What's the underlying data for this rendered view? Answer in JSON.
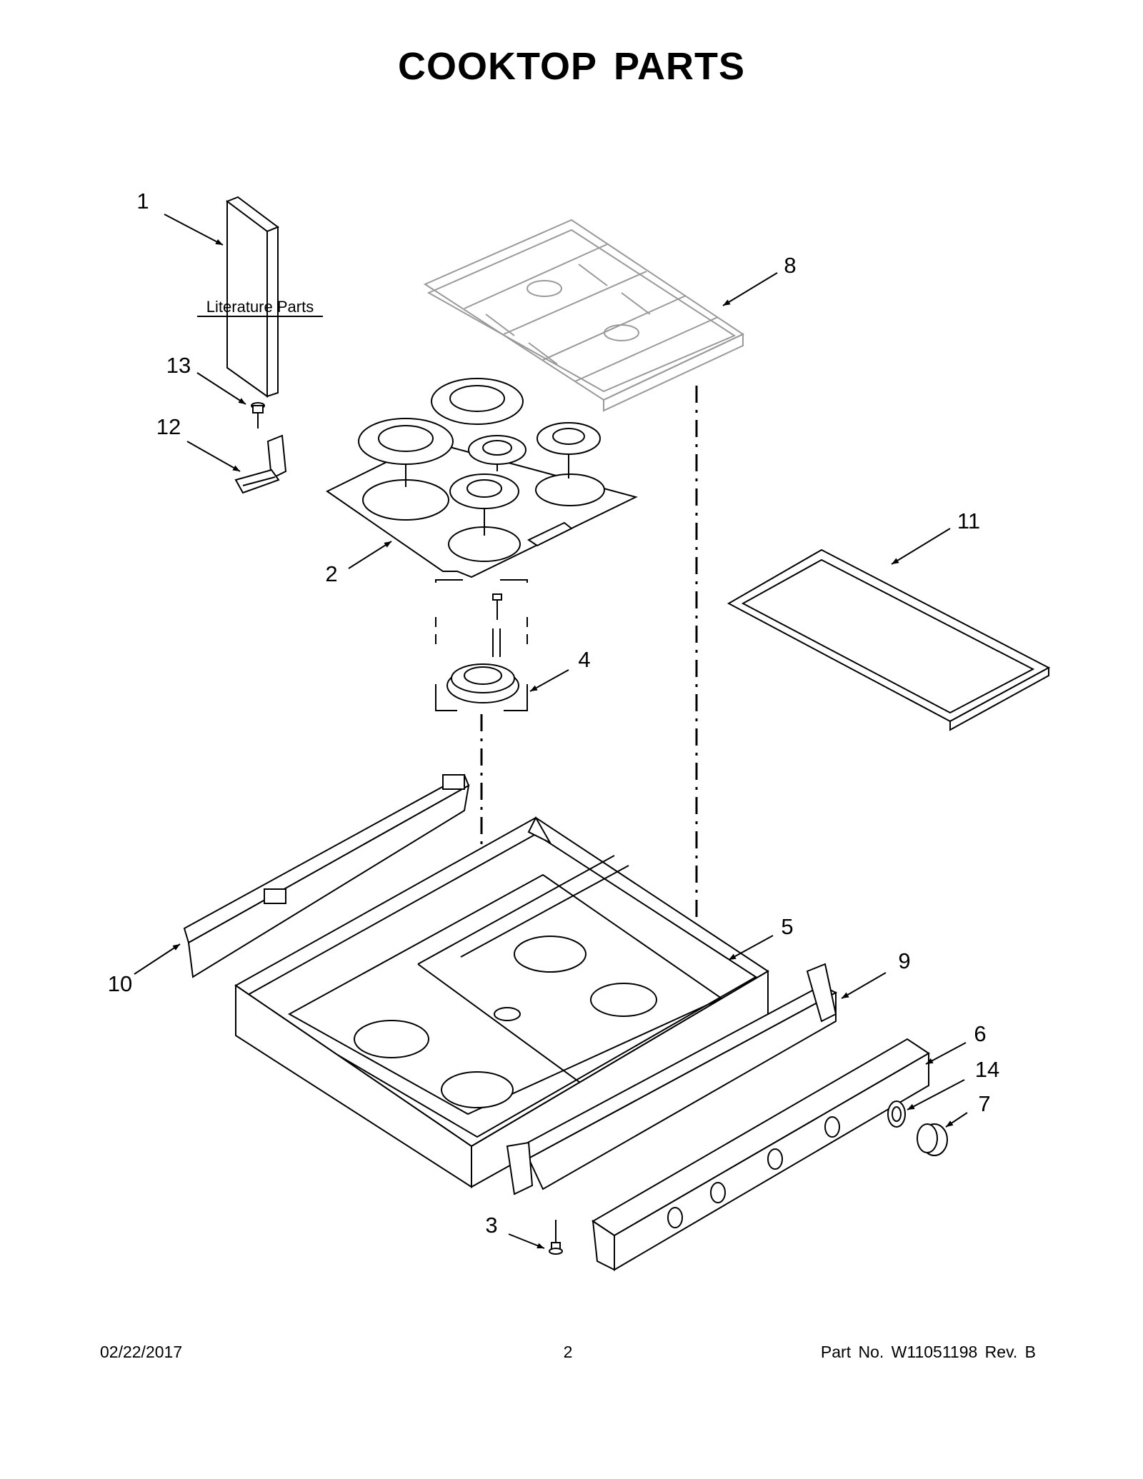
{
  "title": "COOKTOP  PARTS",
  "callouts": {
    "c1": "1",
    "c2": "2",
    "c3": "3",
    "c4": "4",
    "c5": "5",
    "c6": "6",
    "c7": "7",
    "c8": "8",
    "c9": "9",
    "c10": "10",
    "c11": "11",
    "c12": "12",
    "c13": "13",
    "c14": "14"
  },
  "literature_label": "Literature Parts",
  "footer": {
    "date": "02/22/2017",
    "page": "2",
    "part": "Part No.  W11051198  Rev.  B"
  }
}
